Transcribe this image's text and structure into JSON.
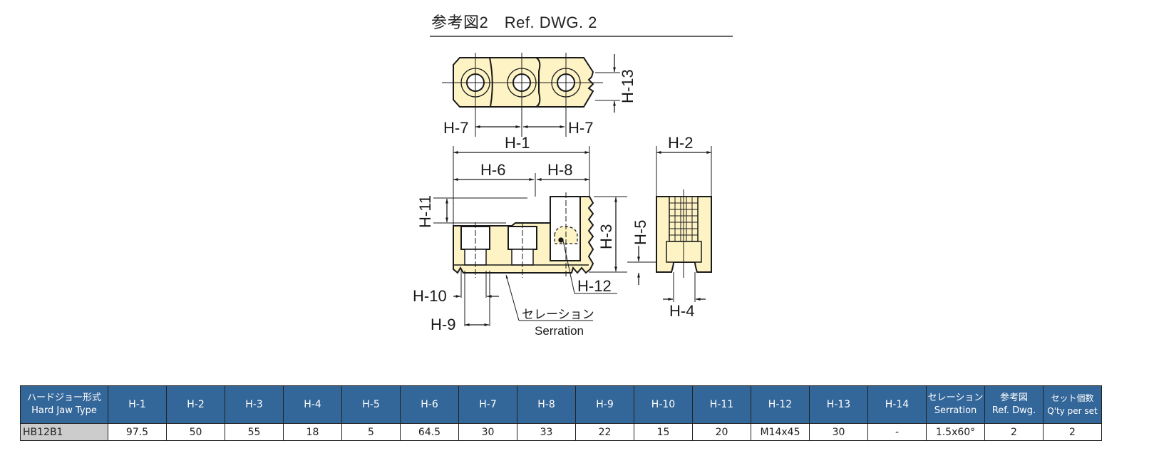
{
  "figure": {
    "title": "参考図2　Ref. DWG. 2",
    "labels": {
      "h1": "H-1",
      "h2": "H-2",
      "h3": "H-3",
      "h4": "H-4",
      "h5": "H-5",
      "h6": "H-6",
      "h7": "H-7",
      "h8": "H-8",
      "h9": "H-9",
      "h10": "H-10",
      "h11": "H-11",
      "h12": "H-12",
      "h13": "H-13",
      "serration_jp": "セレーション",
      "serration_en": "Serration"
    },
    "colors": {
      "part_fill": "#fdf3c4",
      "line": "#1a1a1a"
    }
  },
  "table": {
    "header_color": "#336699",
    "type_cell_color": "#cccccc",
    "headers": [
      {
        "jp": "ハードジョー形式",
        "en": "Hard Jaw Type"
      },
      {
        "en": "H-1"
      },
      {
        "en": "H-2"
      },
      {
        "en": "H-3"
      },
      {
        "en": "H-4"
      },
      {
        "en": "H-5"
      },
      {
        "en": "H-6"
      },
      {
        "en": "H-7"
      },
      {
        "en": "H-8"
      },
      {
        "en": "H-9"
      },
      {
        "en": "H-10"
      },
      {
        "en": "H-11"
      },
      {
        "en": "H-12"
      },
      {
        "en": "H-13"
      },
      {
        "en": "H-14"
      },
      {
        "jp": "セレーション",
        "en": "Serration"
      },
      {
        "jp": "参考図",
        "en": "Ref. Dwg."
      },
      {
        "jp": "セット個数",
        "en": "Q'ty per set"
      }
    ],
    "rows": [
      [
        "HB12B1",
        "97.5",
        "50",
        "55",
        "18",
        "5",
        "64.5",
        "30",
        "33",
        "22",
        "15",
        "20",
        "M14x45",
        "30",
        "-",
        "1.5x60°",
        "2",
        "2"
      ]
    ]
  }
}
